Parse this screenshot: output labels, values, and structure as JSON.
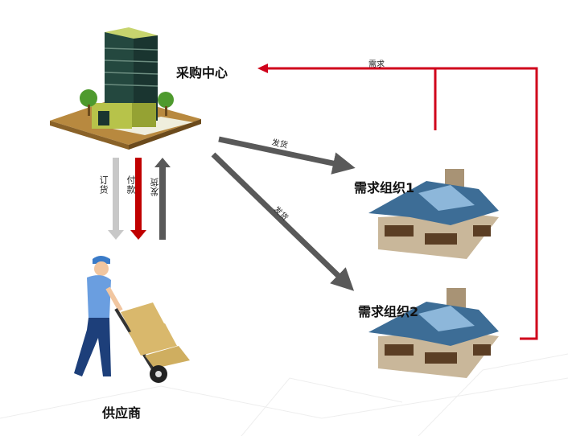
{
  "nodes": {
    "procurement_center": "采购中心",
    "demand_org_1": "需求组织1",
    "demand_org_2": "需求组织2",
    "supplier": "供应商"
  },
  "edges": {
    "demand": "需求",
    "ship_to_org1": "发货",
    "ship_to_org2": "发货",
    "order": "订货",
    "payment": "付款",
    "ship_from_supplier": "发货"
  },
  "colors": {
    "red": "#d0021b",
    "dark_arrow": "#595959",
    "light_arrow": "#c8c8c8",
    "dark_red": "#c00000"
  }
}
